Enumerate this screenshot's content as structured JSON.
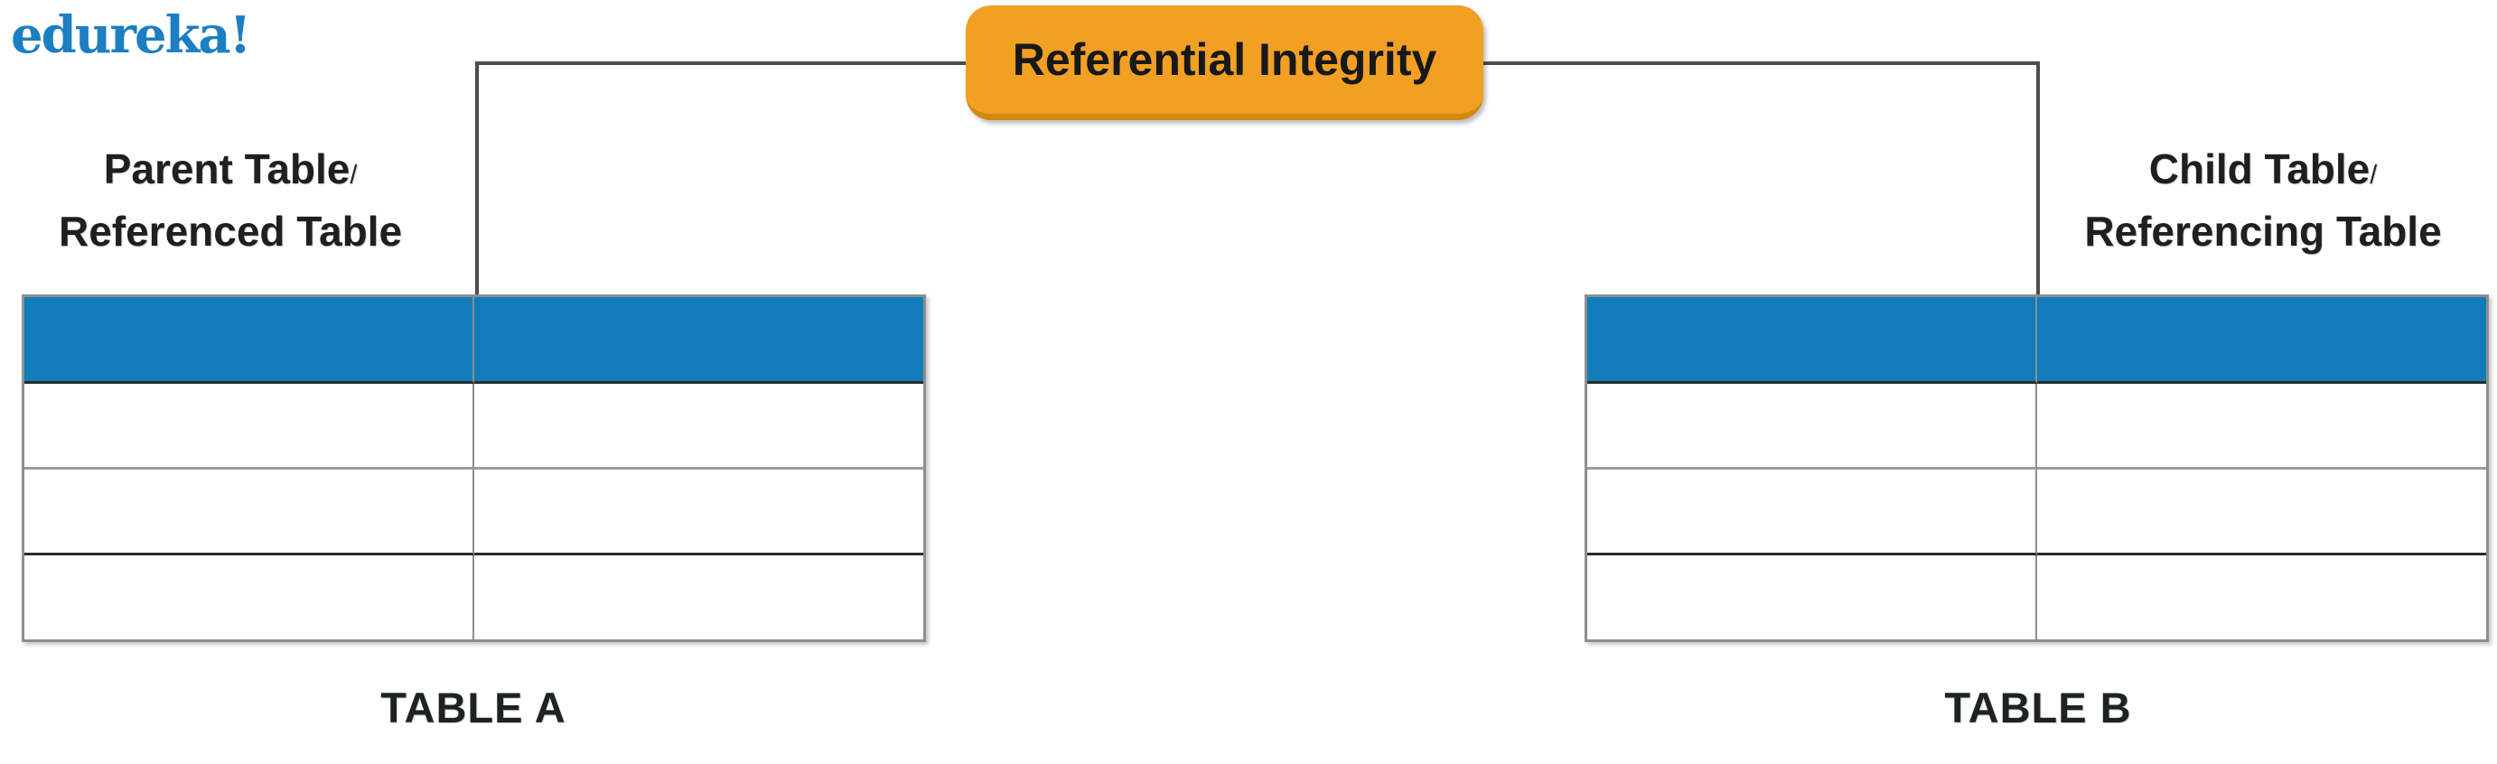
{
  "brand": {
    "logo_text": "edureka!"
  },
  "title_box": {
    "label": "Referential Integrity"
  },
  "labels": {
    "parent": {
      "line1": "Parent Table",
      "slash": "/",
      "line2": "Referenced Table"
    },
    "child": {
      "line1": "Child Table",
      "slash": "/",
      "line2": "Referencing Table"
    }
  },
  "tables": {
    "table_a": {
      "caption": "TABLE A",
      "columns": 2,
      "header_rows": 1,
      "body_rows": 3
    },
    "table_b": {
      "caption": "TABLE B",
      "columns": 2,
      "header_rows": 1,
      "body_rows": 3
    }
  },
  "colors": {
    "header_blue": "#107DBA",
    "accent_orange": "#F2A023",
    "orange_shadow": "#D4880E",
    "connector_gray": "#4D4D4D",
    "border_gray": "#8E8E8E",
    "border_dark": "#2B2B2B",
    "logo_blue": "#1C7EC3",
    "text_dark": "#1E201F"
  }
}
